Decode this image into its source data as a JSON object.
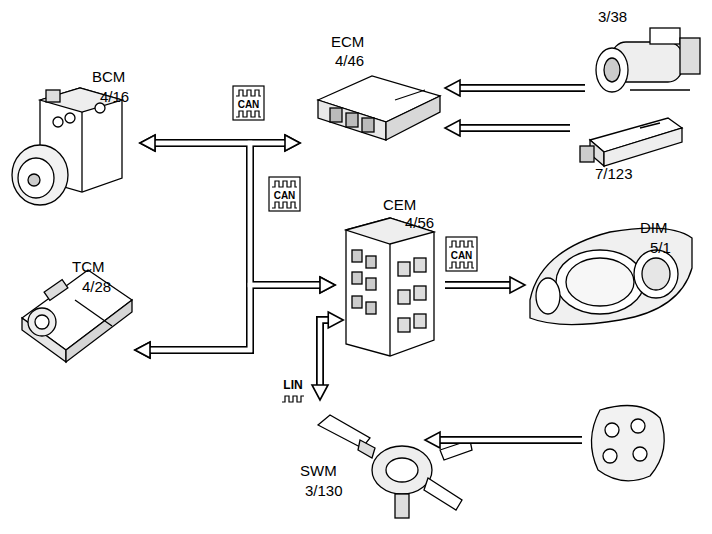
{
  "diagram": {
    "nodes": [
      {
        "text": [
          "ECM",
          "4/46"
        ]
      },
      {
        "text": [
          "3/38"
        ]
      },
      {
        "text": [
          "BCM",
          "4/16"
        ]
      },
      {
        "text": [
          "7/123"
        ]
      },
      {
        "text": [
          "CEM",
          "4/56"
        ]
      },
      {
        "text": [
          "DIM",
          "5/1"
        ]
      },
      {
        "text": [
          "TCM",
          "4/28"
        ]
      },
      {
        "text": [
          "SWM",
          "3/130"
        ]
      }
    ],
    "edges": [
      {
        "from": 2,
        "to": 0,
        "arrow": "both"
      },
      {
        "from": 2,
        "to": 4,
        "arrow": "both"
      },
      {
        "from": 6,
        "to": 0,
        "arrow": "both"
      },
      {
        "from": 6,
        "to": 4,
        "arrow": "both"
      },
      {
        "from": 1,
        "to": 0,
        "arrow": "to"
      },
      {
        "from": 3,
        "to": 0,
        "arrow": "to"
      },
      {
        "from": 4,
        "to": 5,
        "arrow": "to"
      },
      {
        "from": 4,
        "to": 7,
        "arrow": "both"
      }
    ],
    "labels": [
      "CAN",
      "CAN",
      "CAN",
      "LIN"
    ]
  }
}
